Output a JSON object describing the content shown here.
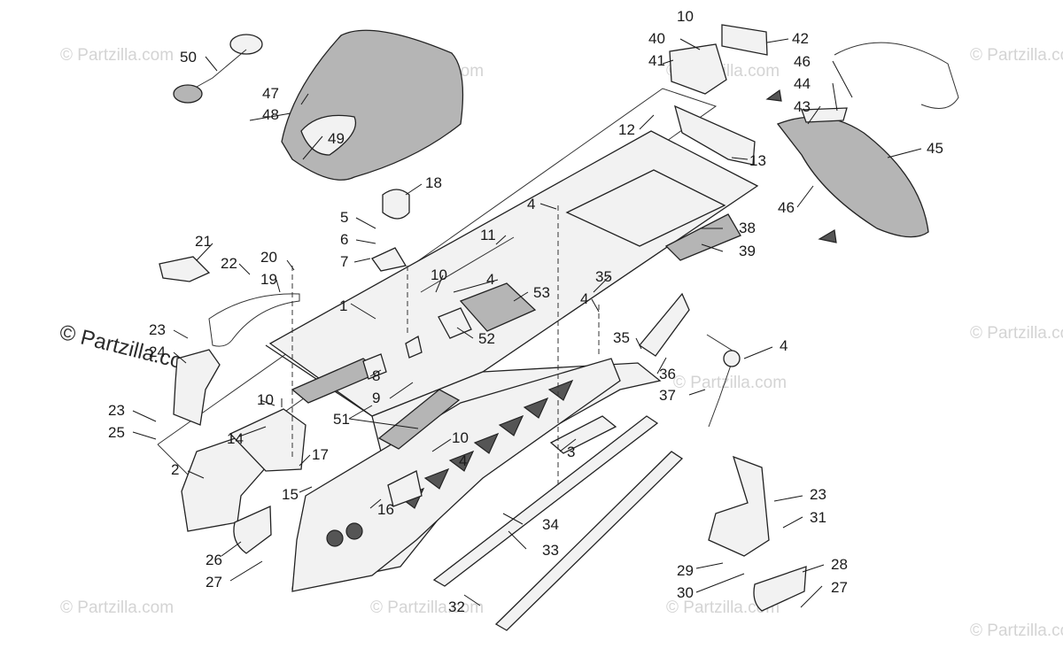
{
  "watermarks": {
    "main": "© Partzilla.com",
    "tile": "© Partzilla.com"
  },
  "callouts": {
    "c1": "1",
    "c2": "2",
    "c3": "3",
    "c4a": "4",
    "c4b": "4",
    "c4c": "4",
    "c4d": "4",
    "c5": "5",
    "c6": "6",
    "c7": "7",
    "c8": "8",
    "c9": "9",
    "c10a": "10",
    "c10b": "10",
    "c10c": "10",
    "c10d": "10",
    "c11": "11",
    "c12": "12",
    "c13": "13",
    "c14": "14",
    "c15": "15",
    "c16": "16",
    "c17": "17",
    "c18": "18",
    "c19": "19",
    "c20": "20",
    "c21": "21",
    "c22": "22",
    "c23a": "23",
    "c23b": "23",
    "c23c": "23",
    "c24": "24",
    "c25": "25",
    "c26": "26",
    "c27a": "27",
    "c27b": "27",
    "c28": "28",
    "c29": "29",
    "c30": "30",
    "c31": "31",
    "c32": "32",
    "c33": "33",
    "c34": "34",
    "c35a": "35",
    "c35b": "35",
    "c36": "36",
    "c37": "37",
    "c38": "38",
    "c39": "39",
    "c40": "40",
    "c41": "41",
    "c42": "42",
    "c43": "43",
    "c44": "44",
    "c45": "45",
    "c46a": "46",
    "c46b": "46",
    "c47": "47",
    "c48": "48",
    "c49": "49",
    "c50": "50",
    "c51": "51",
    "c52": "52",
    "c53": "53"
  }
}
